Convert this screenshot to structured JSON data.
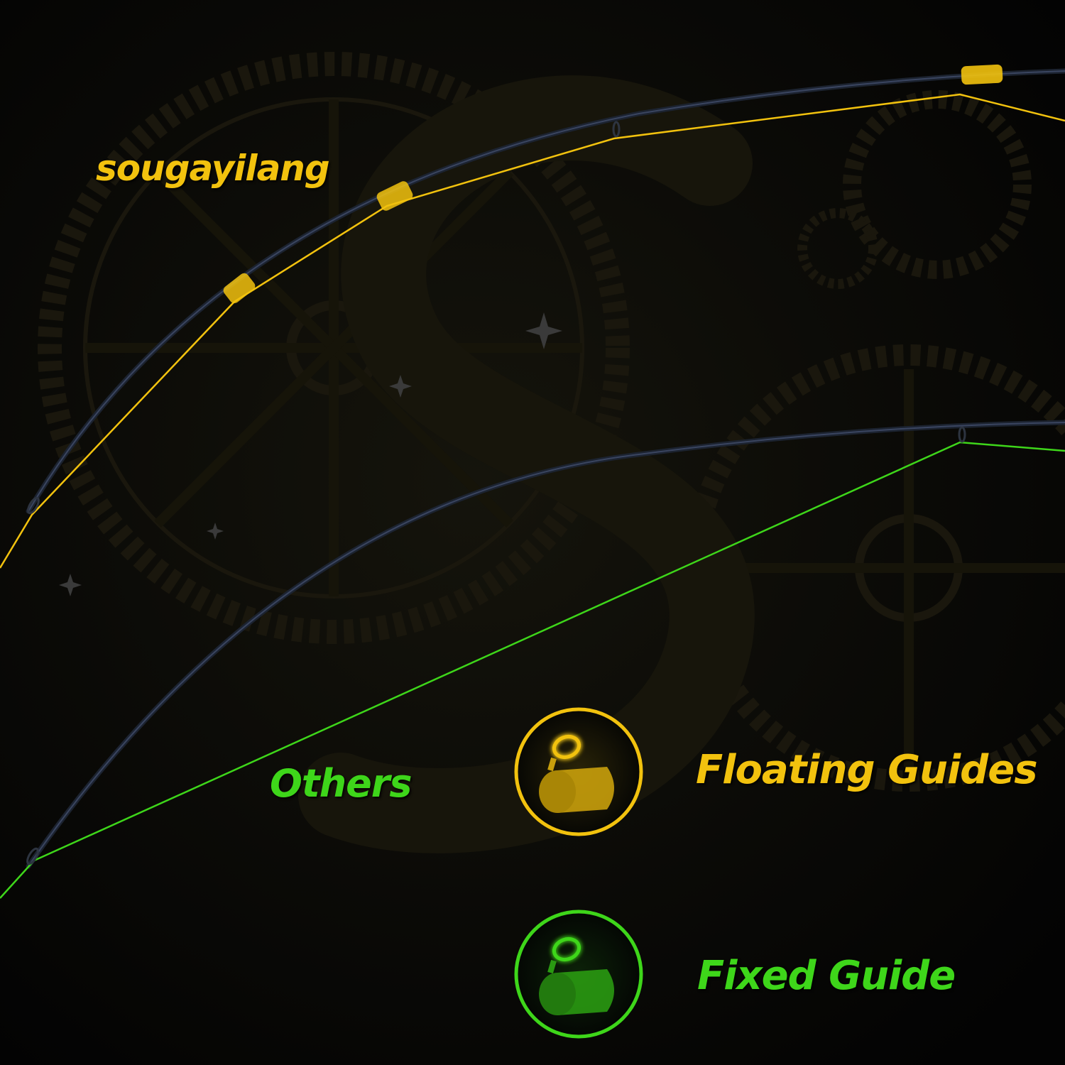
{
  "brand_label": "sougayilang",
  "others_label": "Others",
  "legend": {
    "floating": {
      "label": "Floating Guides",
      "icon": "floating-guide-icon"
    },
    "fixed": {
      "label": "Fixed Guide",
      "icon": "fixed-guide-icon"
    }
  },
  "colors": {
    "background": "#050505",
    "gear": "#1a170d",
    "rod": "#1c2330",
    "yellow": "#f2c20e",
    "green": "#3ed61a"
  }
}
